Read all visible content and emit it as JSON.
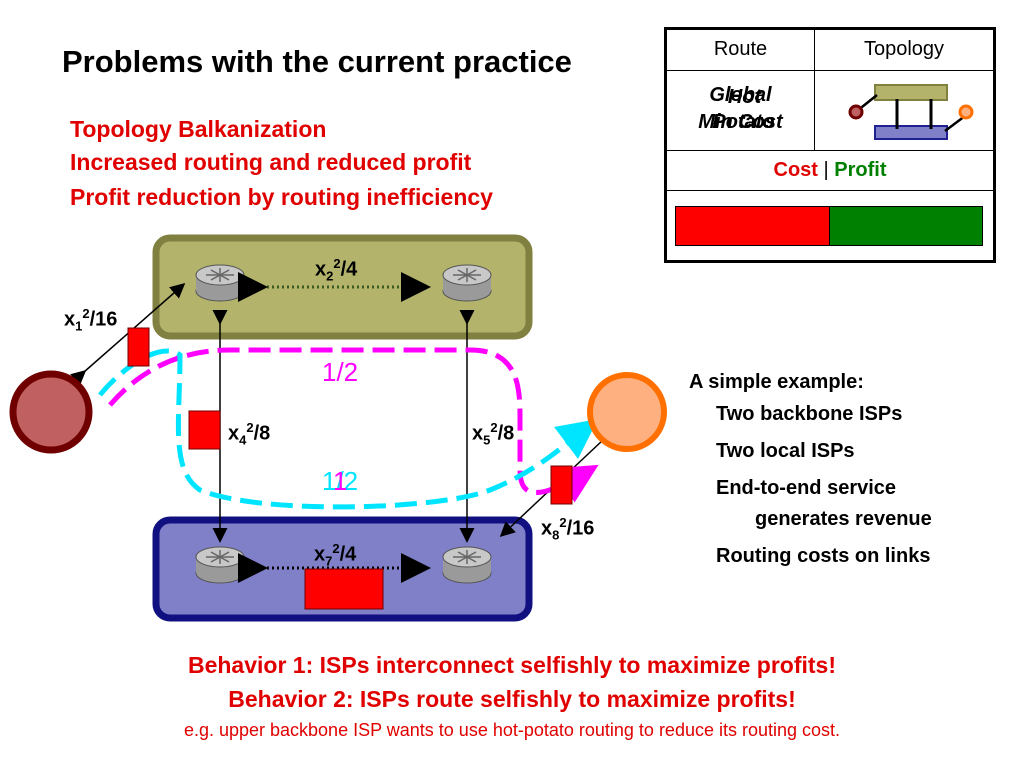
{
  "slide": {
    "title": "Problems with the current practice",
    "bullets": [
      "Topology Balkanization",
      "Increased routing and reduced profit",
      "Profit reduction by routing inefficiency"
    ]
  },
  "legend": {
    "col_route": "Route",
    "col_topology": "Topology",
    "route_overlap_a": [
      "Global",
      "Min Cost"
    ],
    "route_overlap_b": [
      "Hot",
      "Potato"
    ],
    "cost_label": "Cost",
    "separator": "|",
    "profit_label": "Profit",
    "colors": {
      "cost": "#ff0000",
      "profit": "#008000"
    }
  },
  "diagram": {
    "link_costs": {
      "x1": {
        "var": "x",
        "sub": "1",
        "sup": "2",
        "den": "/16"
      },
      "x2": {
        "var": "x",
        "sub": "2",
        "sup": "2",
        "den": "/4"
      },
      "x4": {
        "var": "x",
        "sub": "4",
        "sup": "2",
        "den": "/8"
      },
      "x5": {
        "var": "x",
        "sub": "5",
        "sup": "2",
        "den": "/8"
      },
      "x7": {
        "var": "x",
        "sub": "7",
        "sup": "2",
        "den": "/4"
      },
      "x8": {
        "var": "x",
        "sub": "8",
        "sup": "2",
        "den": "/16"
      }
    },
    "flow_upper": "1/2",
    "flow_lower_a": "1/2",
    "flow_lower_b": "1",
    "colors": {
      "upper_isp": "#b3b36b",
      "lower_isp": "#8080c8",
      "left_host": "#c06060",
      "right_host": "#ff9060",
      "magenta_path": "#ff00ff",
      "cyan_path": "#00e5ff"
    }
  },
  "example": {
    "heading": "A simple example:",
    "items": [
      "Two backbone ISPs",
      "Two local ISPs",
      "End-to-end service",
      "generates revenue",
      "Routing costs on links"
    ]
  },
  "behaviors": {
    "b1": "Behavior 1: ISPs interconnect selfishly to maximize profits!",
    "b2": "Behavior 2: ISPs route selfishly to maximize profits!",
    "eg": "e.g. upper backbone ISP wants to use hot-potato routing to reduce its routing cost."
  }
}
